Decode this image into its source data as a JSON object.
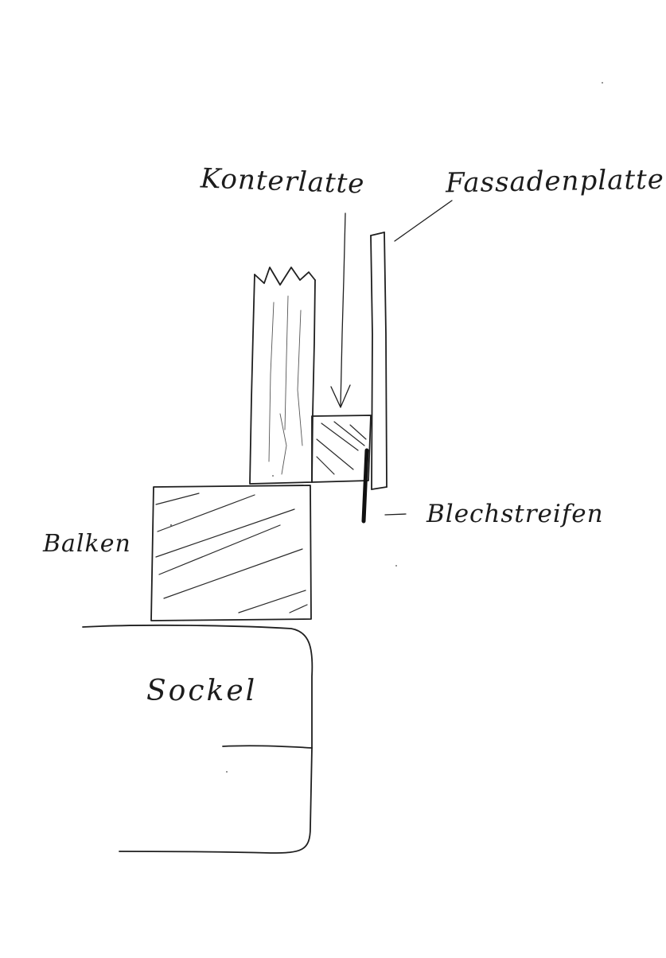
{
  "labels": {
    "konterlatte": "Konterlatte",
    "fassadenplatte": "Fassadenplatte",
    "blechstreifen": "Blechstreifen",
    "balken": "Balken",
    "sockel": "Sockel"
  },
  "colors": {
    "ink": "#1f1f1f",
    "paper": "#ffffff"
  }
}
